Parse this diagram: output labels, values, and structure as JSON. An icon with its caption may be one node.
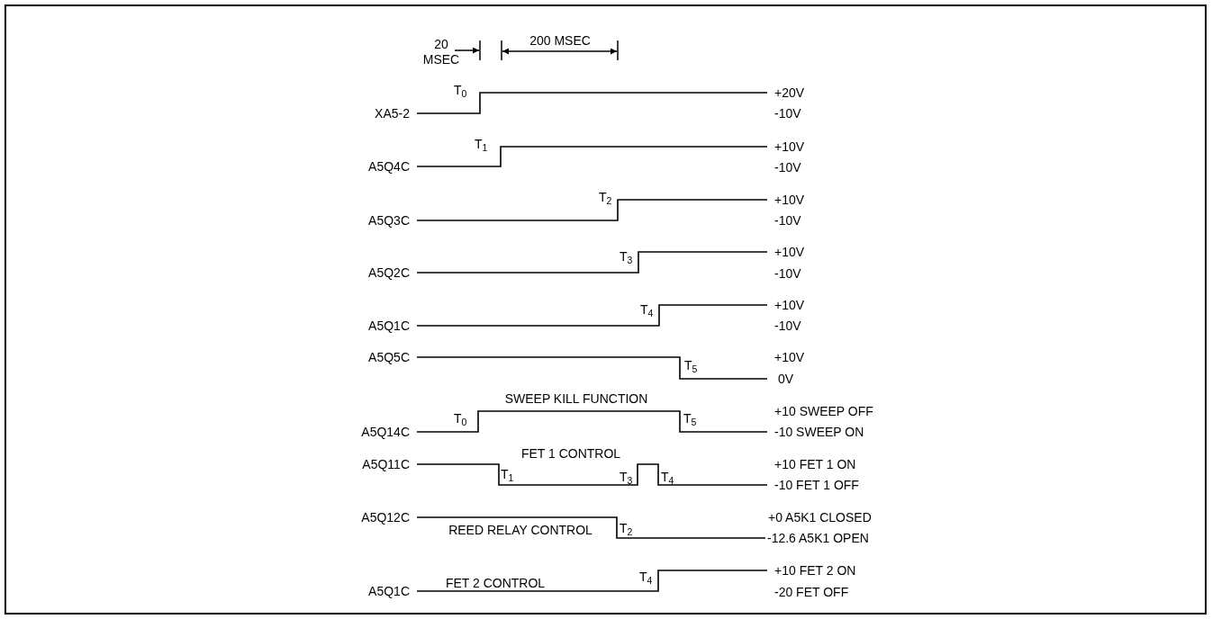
{
  "diagram": {
    "labels": [
      "20 MSEC",
      "200 MSEC",
      "T$_{0}$",
      "XA5-2",
      "+20V",
      "-10V",
      "T$_{1}$",
      "A5Q4C",
      "+10V",
      "-10V",
      "T$_{2}$",
      "A5Q3C",
      "+10V",
      "-10V",
      "T$_{3}$",
      "A5Q2C",
      "+10V",
      "-10V",
      "T$_{4}$",
      "A5Q1C",
      "+10V",
      "-10V",
      "A5Q5C",
      "T$_{5}$",
      "+10V",
      "0V",
      "SWEEP KILL FUNCTION",
      "T$_{0}$",
      "T$_{5}$",
      "A5Q14C",
      "+10 SWEEP OFF",
      "-10 SWEEP ON",
      "FET 1 CONTROL",
      "A5Q11C",
      "T$_{1}$",
      "T$_{3}$",
      "T$_{4}$",
      "+10 FET 1 ON",
      "-10 FET 1 OFF",
      "A5Q12C",
      "REED RELAY CONTROL",
      "T$_{2}$",
      "+0 A5K1 CLOSED",
      "-12.6 A5K1 OPEN",
      "T$_{4}$",
      "FET 2 CONTROL",
      "A5Q1C",
      "+10 FET 2 ON",
      "-20 FET OFF"
    ]
  }
}
